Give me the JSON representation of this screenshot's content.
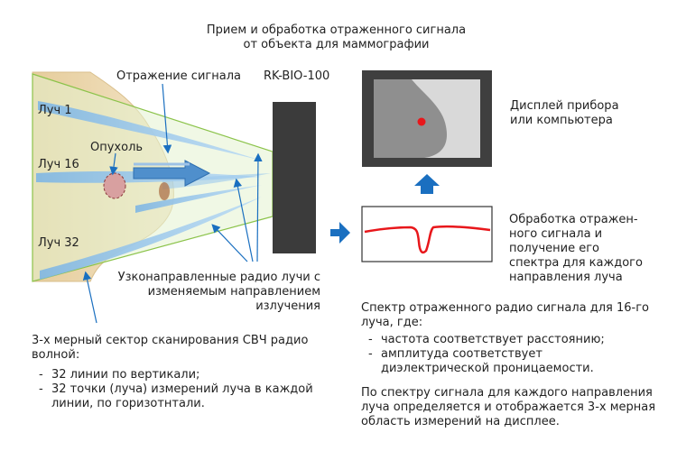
{
  "title": {
    "line1": "Прием и обработка отраженного сигнала",
    "line2": "от объекта для маммографии"
  },
  "diagram": {
    "device_label": "RK-BIO-100",
    "reflection_label": "Отражение сигнала",
    "tumor_label": "Опухоль",
    "beam_labels": [
      "Луч 1",
      "Луч 16",
      "Луч 32"
    ],
    "narrow_beams": {
      "line1": "Узконаправленные радио лучи с",
      "line2": "изменяемым направлением",
      "line3": "излучения"
    }
  },
  "scan_sector": {
    "line1": "3-х мерный сектор сканирования СВЧ радио",
    "line2": "волной:",
    "items": [
      {
        "line1": "32 линии по вертикали;",
        "line2": ""
      },
      {
        "line1": "32 точки (луча) измерений луча в каждой",
        "line2": "линии, по горизотнтали."
      }
    ]
  },
  "display": {
    "line1": "Дисплей прибора",
    "line2": "или компьютера"
  },
  "processing": {
    "lines": [
      "Обработка отражен-",
      "ного сигнала и",
      "получение его",
      "спектра для каждого",
      "направления луча"
    ]
  },
  "spectrum": {
    "line1": "Спектр отраженного радио сигнала для 16-го",
    "line2": "луча, где:",
    "items": [
      {
        "line1": "частота соответствует расстоянию;",
        "line2": ""
      },
      {
        "line1": "амплитуда соответствует",
        "line2": "диэлектрической проницаемости."
      }
    ]
  },
  "conclusion": {
    "lines": [
      "По спектру сигнала для каждого направления",
      "луча определяется и отображается 3-х мерная",
      "область измерений на дисплее."
    ]
  },
  "colors": {
    "arrow_blue": "#1a6fc0",
    "signal_red": "#e8171b",
    "device_dark": "#3b3b3b",
    "sector_green": "#8bc34a",
    "skin": "#e9d3a8"
  }
}
